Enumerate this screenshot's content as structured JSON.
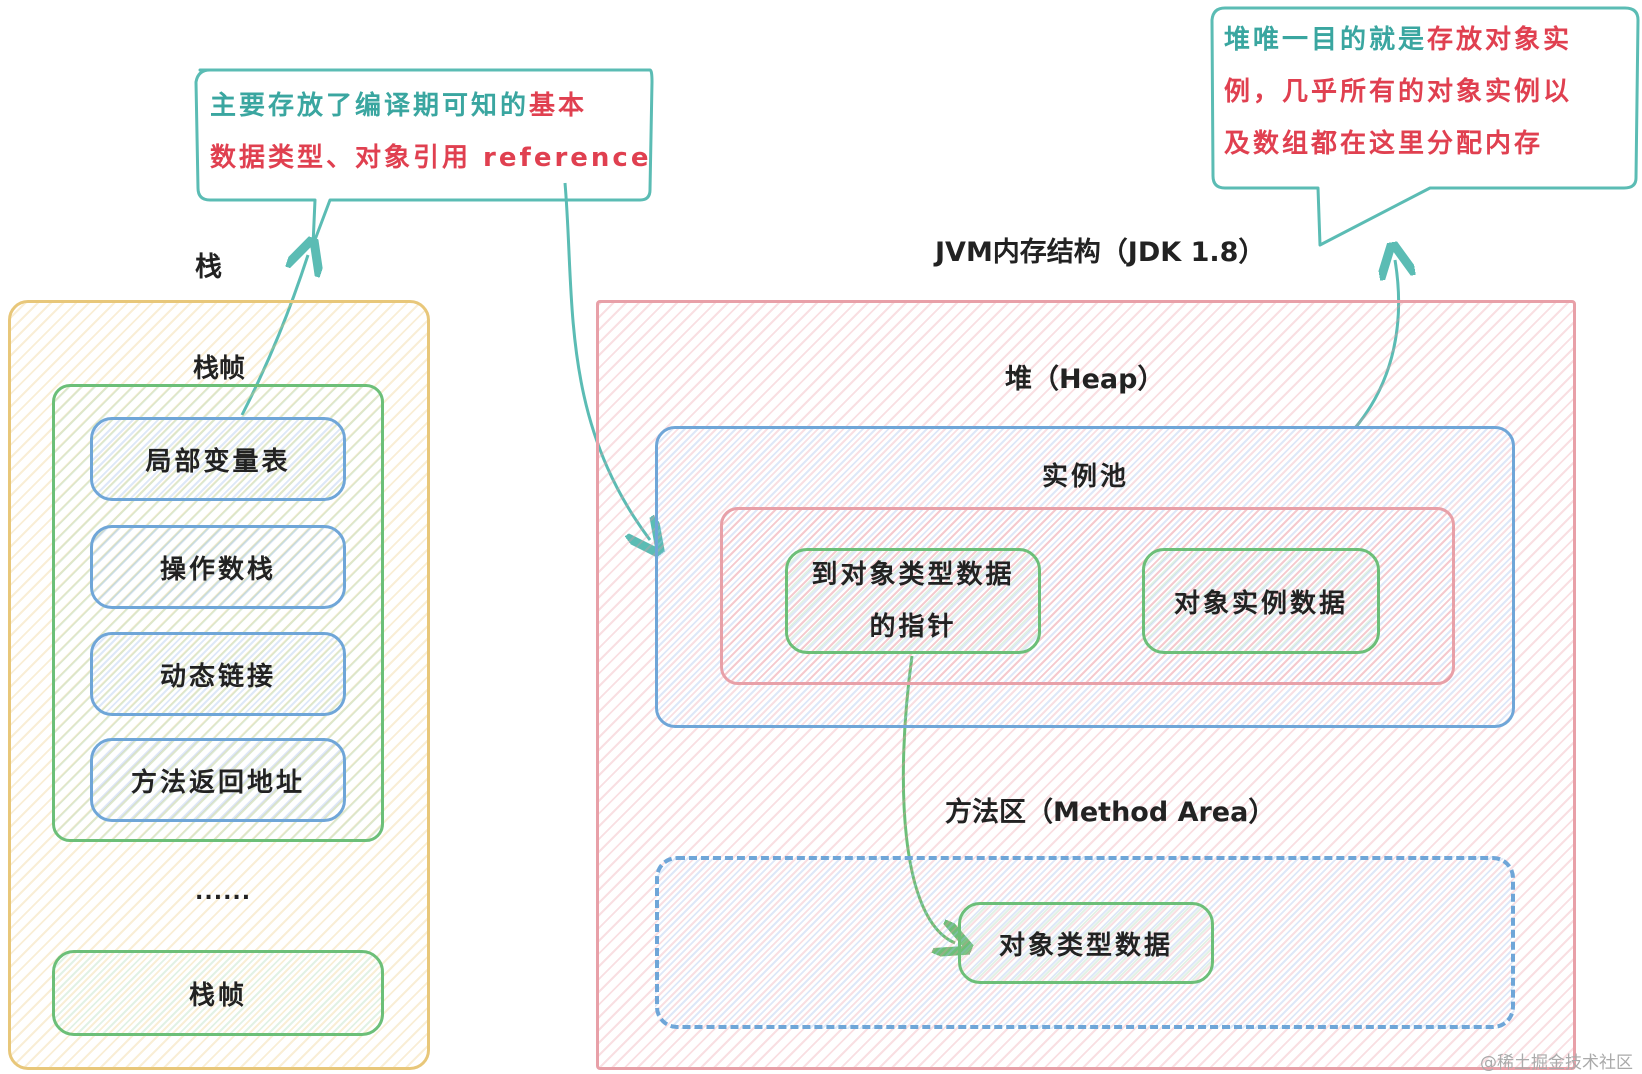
{
  "title": "JVM内存结构（JDK 1.8）",
  "stack": {
    "title": "栈",
    "frame_title": "栈帧",
    "items": [
      "局部变量表",
      "操作数栈",
      "动态链接",
      "方法返回地址"
    ],
    "ellipsis": "......",
    "bottom_frame": "栈帧"
  },
  "heap": {
    "title": "堆（Heap）",
    "instance_pool": "实例池",
    "pointer_box_line1": "到对象类型数据",
    "pointer_box_line2": "的指针",
    "instance_data": "对象实例数据"
  },
  "method_area": {
    "title": "方法区（Method Area）",
    "type_data": "对象类型数据"
  },
  "bubble_left": {
    "line1_teal": "主要存放了编译期可知的",
    "line1_red": "基本",
    "line2_red": "数据类型、对象引用 reference"
  },
  "bubble_right": {
    "line1_teal": "堆唯一目的就是",
    "line1_red": "存放对象实",
    "line2_red": "例，几乎所有的对象实例以",
    "line3_red": "及数组都在这里分配内存"
  },
  "watermark": "@稀土掘金技术社区",
  "colors": {
    "yellow": "#e8c77a",
    "red": "#e8a0a8",
    "blue": "#6fa6d8",
    "green": "#6cbf78",
    "teal": "#5bbcb4"
  }
}
